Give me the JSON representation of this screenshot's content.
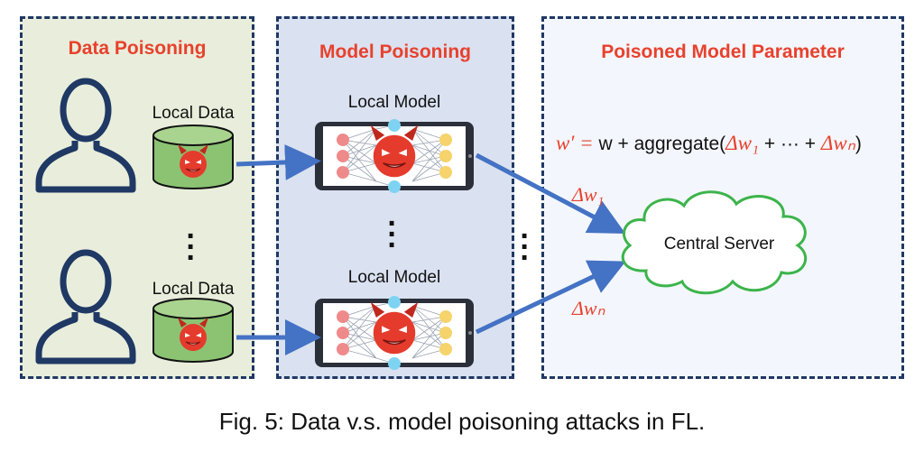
{
  "panels": {
    "data_poisoning": "Data Poisoning",
    "model_poisoning": "Model Poisoning",
    "poisoned_param": "Poisoned Model Parameter"
  },
  "labels": {
    "local_data_1": "Local Data",
    "local_data_2": "Local Data",
    "local_model_1": "Local Model",
    "local_model_2": "Local Model",
    "central_server": "Central Server"
  },
  "formula": {
    "lhs": "w′ =",
    "mid": " w + aggregate(",
    "d1": "Δw₁",
    "plus": " + ··· + ",
    "dn": "Δwₙ",
    "end": ")"
  },
  "arrows": {
    "delta_1": "Δw₁",
    "delta_n": "Δwₙ"
  },
  "caption": "Fig. 5: Data v.s. model poisoning attacks in FL.",
  "colors": {
    "accent_red": "#e8412d",
    "arrow_blue": "#4472c4",
    "border_navy": "#1f3864",
    "cloud_green": "#3cb44b"
  },
  "icons": [
    "user-icon",
    "database-icon",
    "devil-icon",
    "neural-network-icon",
    "tablet-icon",
    "cloud-icon"
  ]
}
